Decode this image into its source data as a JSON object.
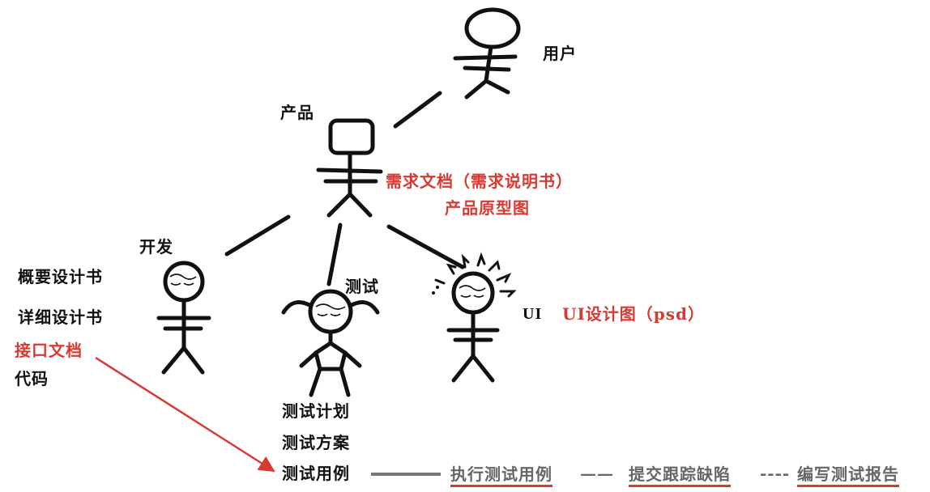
{
  "roles": {
    "user": "用户",
    "product": "产品",
    "dev": "开发",
    "test": "测试",
    "ui": "UI"
  },
  "product_docs": [
    "需求文档（需求说明书）",
    "产品原型图"
  ],
  "ui_docs": "UI设计图（psd）",
  "dev_docs": [
    "概要设计书",
    "详细设计书",
    "接口文档",
    "代码"
  ],
  "test_docs": [
    "测试计划",
    "测试方案",
    "测试用例"
  ],
  "flow": {
    "step1": "执行测试用例",
    "sep1": "——",
    "step2": "提交跟踪缺陷",
    "sep2": "----",
    "step3": "编写测试报告"
  },
  "colors": {
    "ink": "#111111",
    "accent": "#d83a32",
    "muted": "#666666"
  }
}
